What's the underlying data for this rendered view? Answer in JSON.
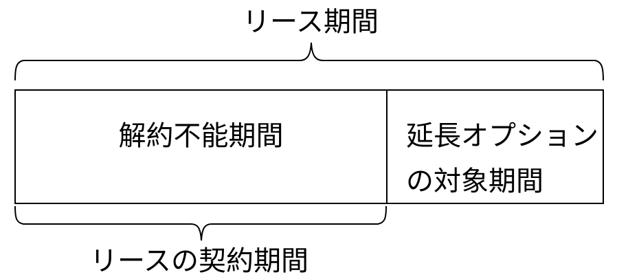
{
  "labels": {
    "lease_period": "リース期間",
    "contract_period": "リースの契約期間"
  },
  "cells": {
    "non_cancellable": "解約不能期間",
    "extension_line1": "延長オプション",
    "extension_line2": "の対象期間"
  },
  "colors": {
    "stroke": "#000000",
    "background": "#ffffff"
  }
}
